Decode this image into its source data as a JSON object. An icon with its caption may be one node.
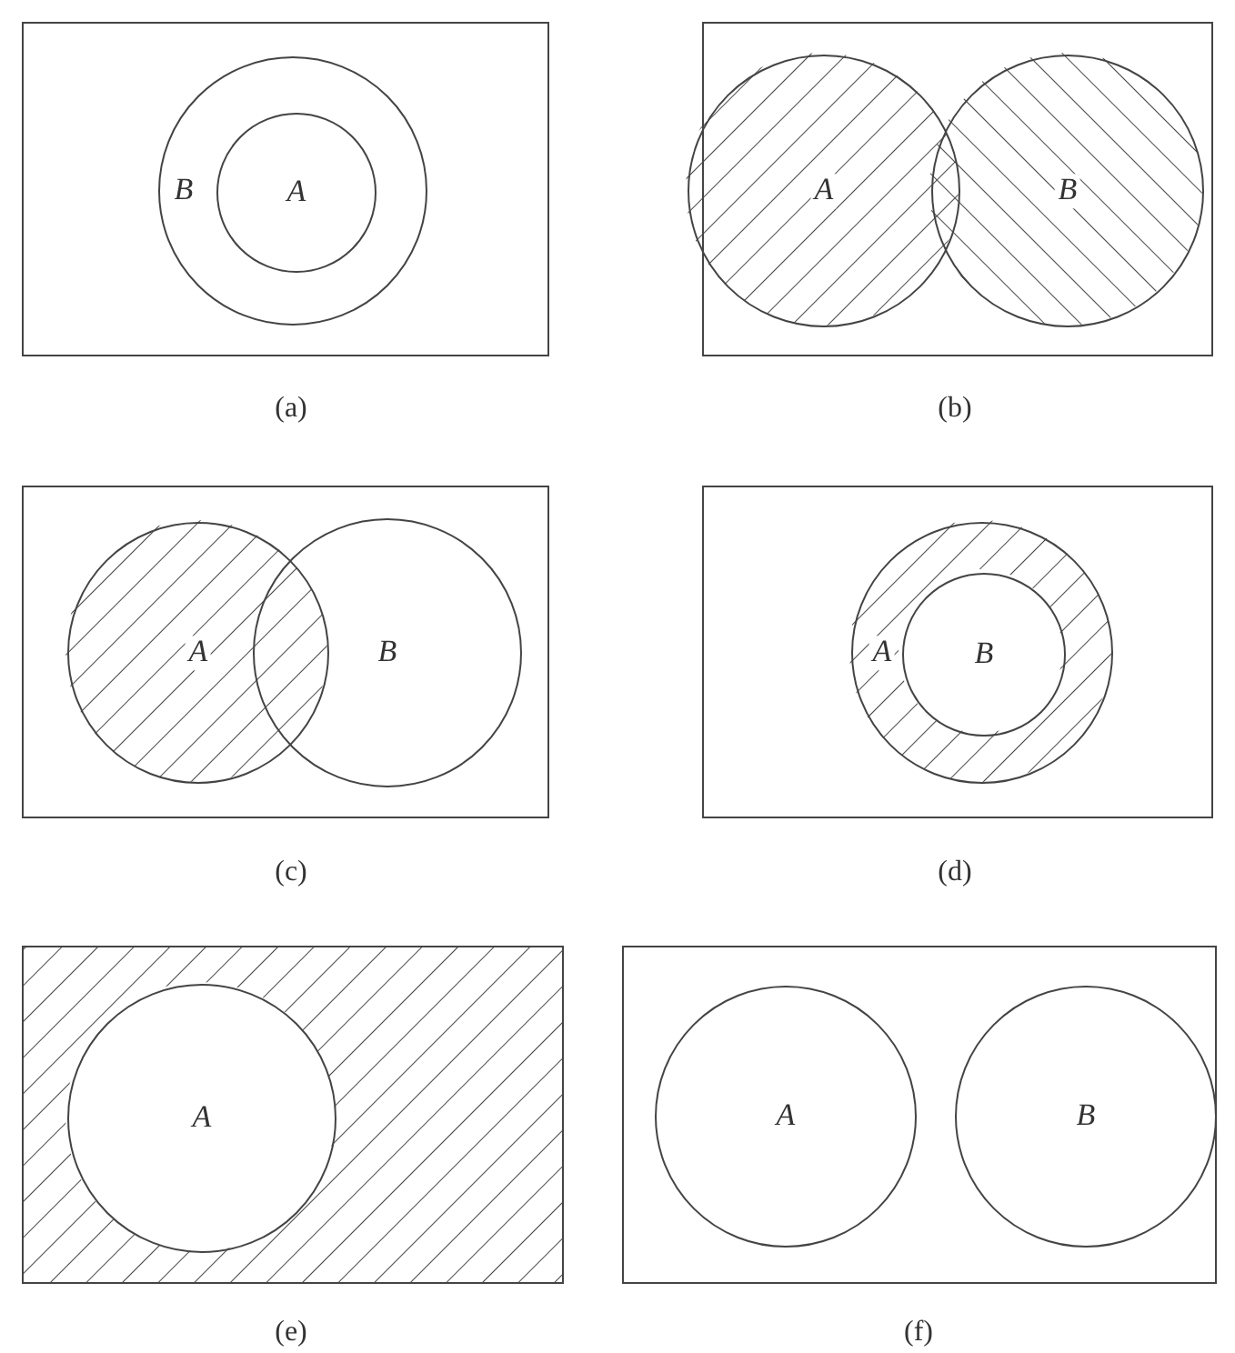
{
  "diagram": {
    "nodes": [
      {
        "text": [],
        "shape": "box",
        "beside": [
          "(a)"
        ]
      },
      {
        "text": [
          "B"
        ],
        "in": 0
      },
      {
        "text": [
          "A"
        ],
        "in": 1
      },
      {
        "text": [],
        "shape": "box",
        "beside": [
          "(b)"
        ]
      },
      {
        "text": [
          "A"
        ],
        "in": 3
      },
      {
        "text": [
          "B"
        ],
        "in": 3
      },
      {
        "text": [],
        "shape": "box",
        "beside": [
          "(c)"
        ]
      },
      {
        "text": [
          "A"
        ],
        "in": 6
      },
      {
        "text": [
          "B"
        ],
        "in": 6
      },
      {
        "text": [],
        "shape": "box",
        "beside": [
          "(d)"
        ]
      },
      {
        "text": [
          "A"
        ],
        "in": 9
      },
      {
        "text": [
          "B"
        ],
        "in": 10
      },
      {
        "text": [],
        "shape": "box",
        "beside": [
          "(e)"
        ]
      },
      {
        "text": [
          "A"
        ],
        "in": 12
      },
      {
        "text": [],
        "shape": "box",
        "beside": [
          "(f)"
        ]
      },
      {
        "text": [
          "A"
        ],
        "in": 14
      },
      {
        "text": [
          "B"
        ],
        "in": 14
      }
    ]
  }
}
